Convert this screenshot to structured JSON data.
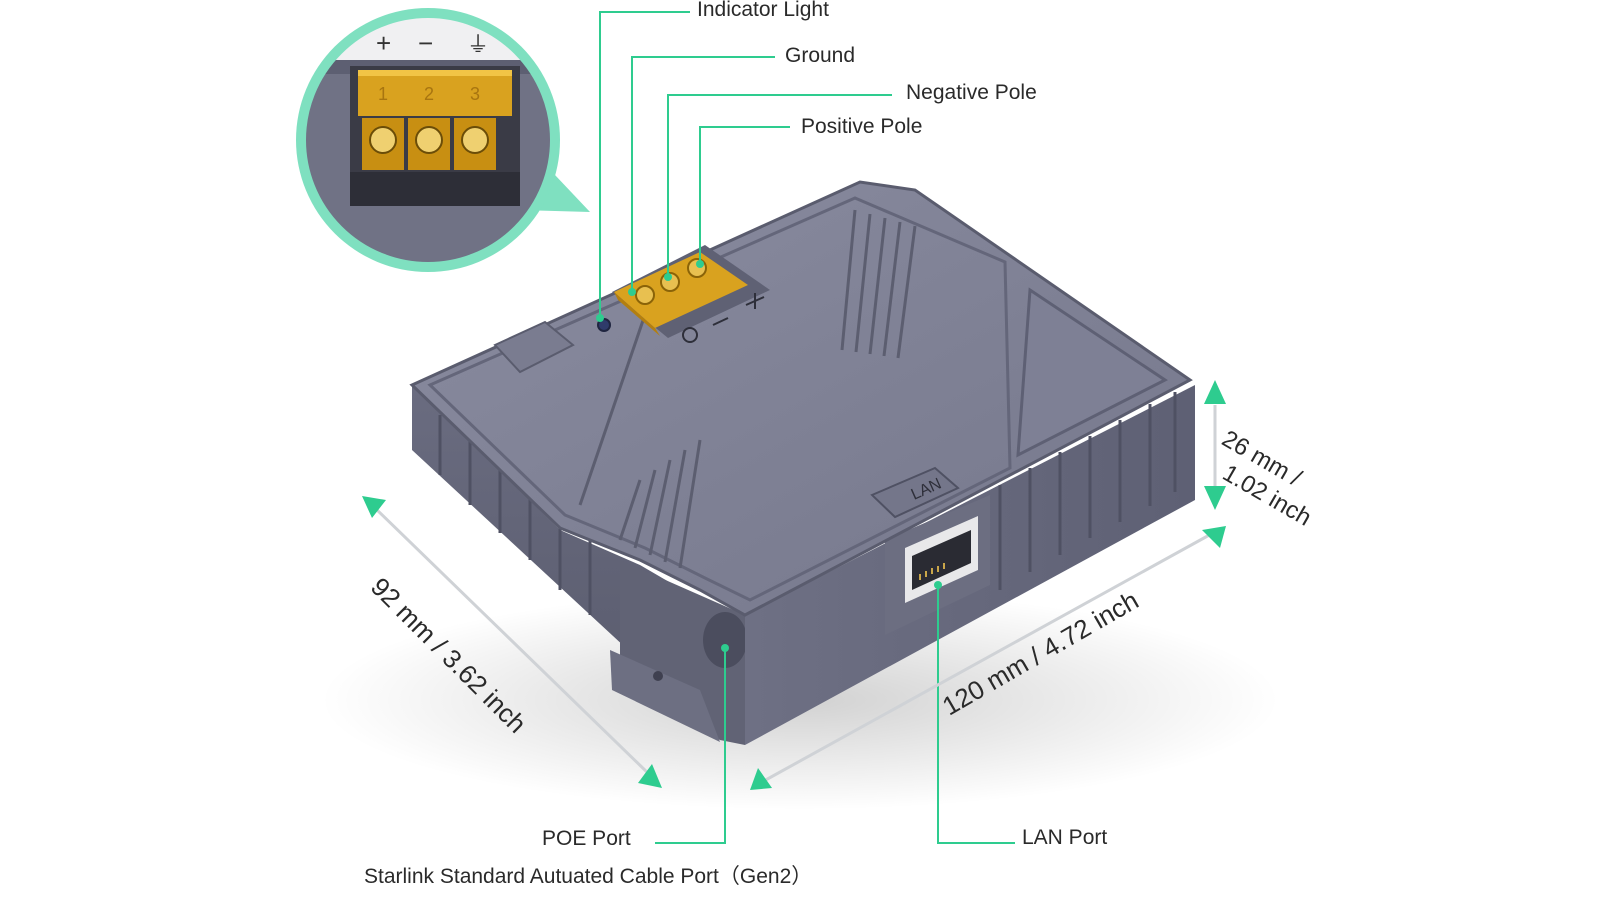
{
  "labels": {
    "indicator_light": "Indicator Light",
    "ground": "Ground",
    "negative_pole": "Negative Pole",
    "positive_pole": "Positive Pole",
    "poe_port": "POE Port",
    "cable_port": "Starlink Standard Autuated Cable Port（Gen2）",
    "lan_port": "LAN Port"
  },
  "dimensions": {
    "depth": "92 mm / 3.62 inch",
    "width": "120 mm / 4.72 inch",
    "height_mm": "26 mm /",
    "height_inch": "1.02 inch"
  },
  "device": {
    "lan_marking": "LAN",
    "terminal_numbers": [
      "1",
      "2",
      "3"
    ],
    "terminal_symbols": [
      "+",
      "−",
      "⏚"
    ]
  },
  "colors": {
    "accent": "#2ecc8f",
    "callout_ring": "#7fe0c0",
    "body": "#7b7d92",
    "body_dark": "#5c5e72",
    "terminal": "#d9a21f"
  }
}
